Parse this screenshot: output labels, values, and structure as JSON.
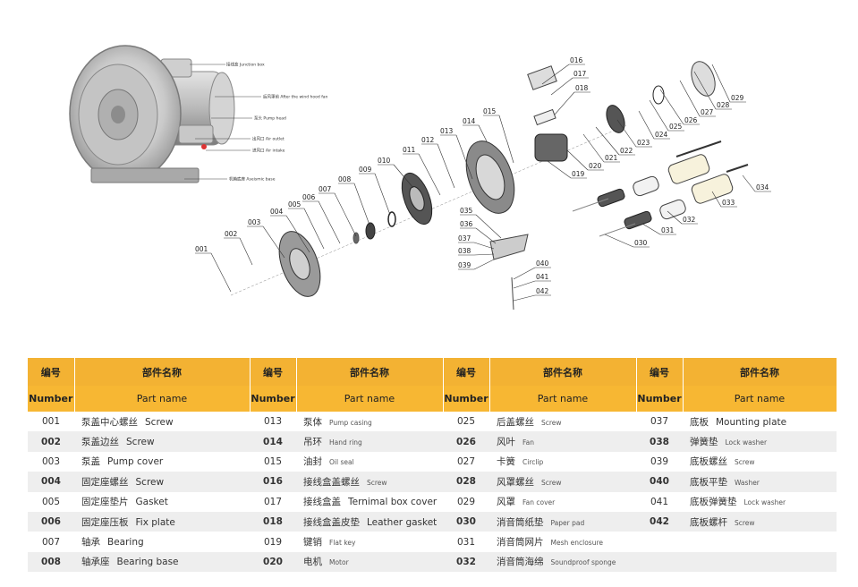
{
  "photo_labels": [
    "接线盒 Junction box",
    "后风罩前 After the wind hood fan",
    "泵头 Pump head",
    "出风口 Air outlet",
    "进风口 Air intake",
    "机箱底座 Aseismic base"
  ],
  "part_numbers": [
    "001",
    "002",
    "003",
    "004",
    "005",
    "006",
    "007",
    "008",
    "009",
    "010",
    "011",
    "012",
    "013",
    "014",
    "015",
    "016",
    "017",
    "018",
    "019",
    "020",
    "021",
    "022",
    "023",
    "024",
    "025",
    "026",
    "027",
    "028",
    "029",
    "030",
    "031",
    "032",
    "033",
    "034",
    "035",
    "036",
    "037",
    "038",
    "039",
    "040",
    "041",
    "042"
  ],
  "table": {
    "headers_cn": [
      "编号",
      "部件名称",
      "编号",
      "部件名称",
      "编号",
      "部件名称",
      "编号",
      "部件名称"
    ],
    "headers_en": [
      "Number",
      "Part name",
      "Number",
      "Part name",
      "Number",
      "Part name",
      "Number",
      "Part name"
    ],
    "rows": [
      [
        [
          "001",
          "泵盖中心螺丝",
          "Screw",
          false
        ],
        [
          "013",
          "泵体",
          "Pump casing",
          true
        ],
        [
          "025",
          "后盖螺丝",
          "Screw",
          true
        ],
        [
          "037",
          "底板",
          "Mounting plate",
          false
        ]
      ],
      [
        [
          "002",
          "泵盖边丝",
          "Screw",
          false
        ],
        [
          "014",
          "吊环",
          "Hand ring",
          true
        ],
        [
          "026",
          "风叶",
          "Fan",
          true
        ],
        [
          "038",
          "弹簧垫",
          "Lock washer",
          true
        ]
      ],
      [
        [
          "003",
          "泵盖",
          "Pump cover",
          false
        ],
        [
          "015",
          "油封",
          "Oil seal",
          true
        ],
        [
          "027",
          "卡簧",
          "Circlip",
          true
        ],
        [
          "039",
          "底板螺丝",
          "Screw",
          true
        ]
      ],
      [
        [
          "004",
          "固定座螺丝",
          "Screw",
          false
        ],
        [
          "016",
          "接线盒盖螺丝",
          "Screw",
          true
        ],
        [
          "028",
          "风罩螺丝",
          "Screw",
          true
        ],
        [
          "040",
          "底板平垫",
          "Washer",
          true
        ]
      ],
      [
        [
          "005",
          "固定座垫片",
          "Gasket",
          false
        ],
        [
          "017",
          "接线盒盖",
          "Ternimal box cover",
          false
        ],
        [
          "029",
          "风罩",
          "Fan cover",
          true
        ],
        [
          "041",
          "底板弹簧垫",
          "Lock washer",
          true
        ]
      ],
      [
        [
          "006",
          "固定座压板",
          "Fix plate",
          false
        ],
        [
          "018",
          "接线盒盖皮垫",
          "Leather gasket",
          false
        ],
        [
          "030",
          "消音筒纸垫",
          "Paper pad",
          true
        ],
        [
          "042",
          "底板螺杆",
          "Screw",
          true
        ]
      ],
      [
        [
          "007",
          "轴承",
          "Bearing",
          false
        ],
        [
          "019",
          "键销",
          "Flat key",
          true
        ],
        [
          "031",
          "消音筒网片",
          "Mesh enclosure",
          true
        ],
        null
      ],
      [
        [
          "008",
          "轴承座",
          "Bearing base",
          false
        ],
        [
          "020",
          "电机",
          "Motor",
          true
        ],
        [
          "032",
          "消音筒海绵",
          "Soundproof sponge",
          true
        ],
        null
      ]
    ]
  }
}
